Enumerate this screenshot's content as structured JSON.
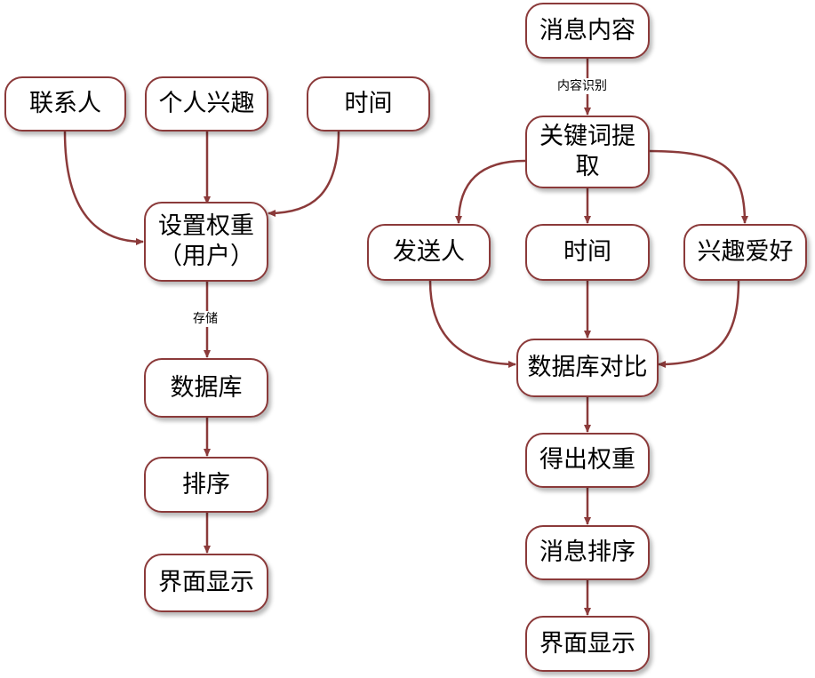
{
  "colors": {
    "stroke": "#8b3a3a",
    "fill": "#ffffff",
    "text": "#000000"
  },
  "left_flow": {
    "contacts": "联系人",
    "interests": "个人兴趣",
    "time": "时间",
    "set_weight_line1": "设置权重",
    "set_weight_line2": "（用户）",
    "store_label": "存储",
    "database": "数据库",
    "sort": "排序",
    "ui_display": "界面显示"
  },
  "right_flow": {
    "message_content": "消息内容",
    "content_recognition_label": "内容识别",
    "keyword_line1": "关键词提",
    "keyword_line2": "取",
    "sender": "发送人",
    "time": "时间",
    "hobbies": "兴趣爱好",
    "db_compare": "数据库对比",
    "get_weight": "得出权重",
    "message_sort": "消息排序",
    "ui_display": "界面显示"
  }
}
